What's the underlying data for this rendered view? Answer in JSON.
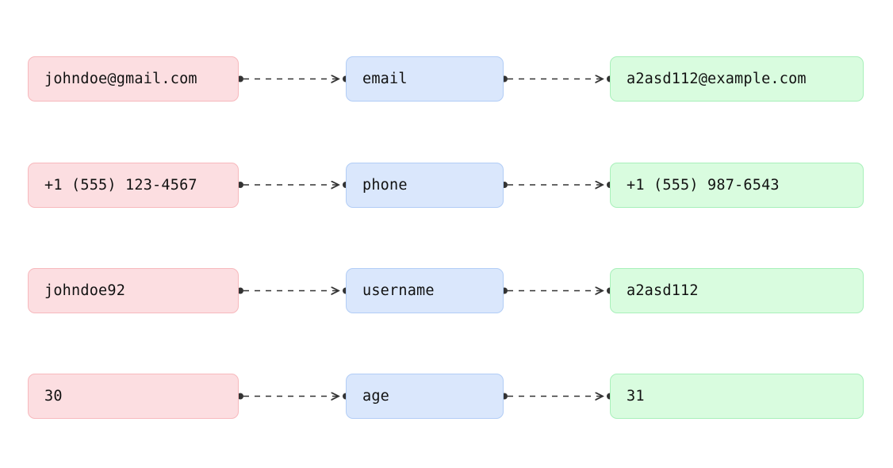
{
  "diagram": {
    "type": "field-mapping",
    "background_color": "#ffffff",
    "columns": [
      {
        "id": "source",
        "role": "source-value",
        "fill": "#fcdee1",
        "border": "#f7b9bd"
      },
      {
        "id": "field",
        "role": "field-name",
        "fill": "#dae7fc",
        "border": "#b2cdf6"
      },
      {
        "id": "target",
        "role": "target-value",
        "fill": "#d9fcdf",
        "border": "#a8f0ba"
      }
    ],
    "edge": {
      "style": "dashed",
      "color": "#333333",
      "marker_start": "dot",
      "marker_end": "arrow-dot"
    },
    "rows": [
      {
        "source": "johndoe@gmail.com",
        "field": "email",
        "target": "a2asd112@example.com"
      },
      {
        "source": "+1 (555) 123-4567",
        "field": "phone",
        "target": "+1 (555) 987-6543"
      },
      {
        "source": "johndoe92",
        "field": "username",
        "target": "a2asd112"
      },
      {
        "source": "30",
        "field": "age",
        "target": "31"
      }
    ]
  }
}
